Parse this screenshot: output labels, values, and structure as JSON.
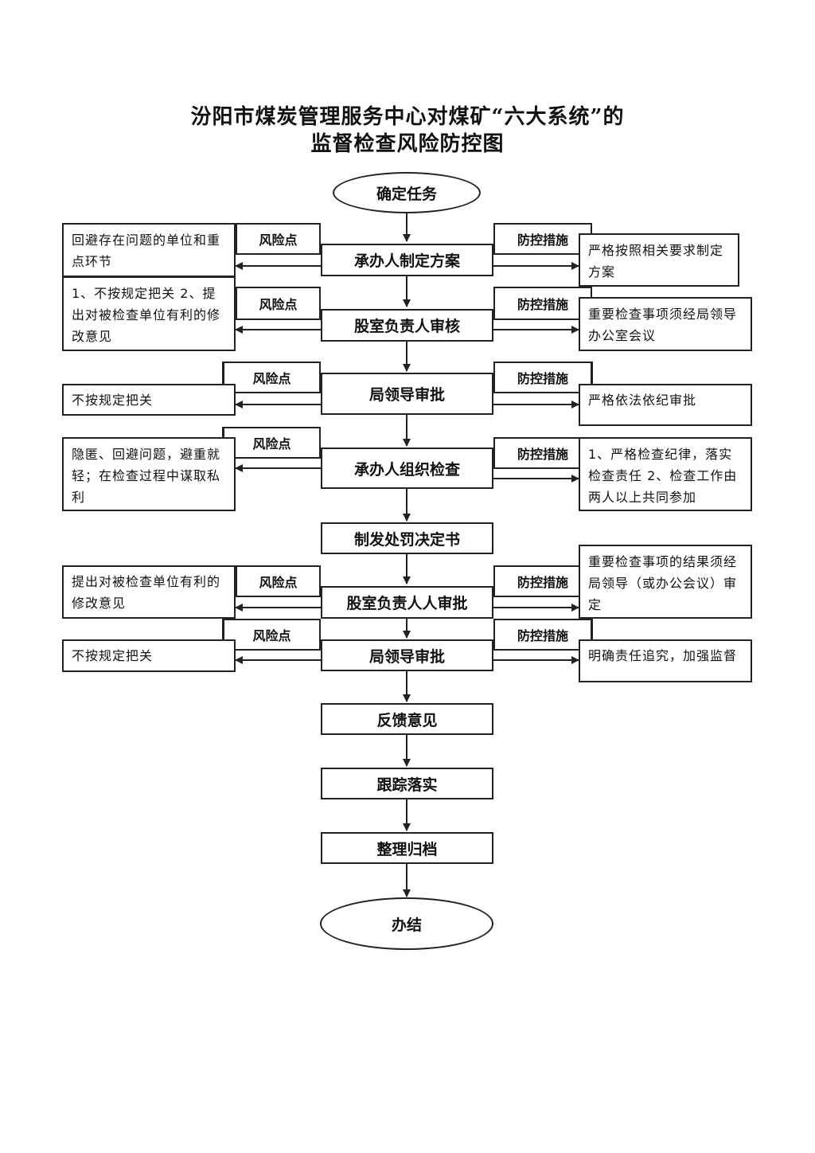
{
  "title": {
    "line1": "汾阳市煤炭管理服务中心对煤矿“六大系统”的",
    "line2": "监督检查风险防控图"
  },
  "start": "确定任务",
  "end": "办结",
  "steps": [
    {
      "label": "承办人制定方案",
      "risk_label": "风险点",
      "risk": "回避存在问题的单位和重点环节",
      "control_label": "防控措施",
      "control": "严格按照相关要求制定方案"
    },
    {
      "label": "股室负责人审核",
      "risk_label": "风险点",
      "risk": "1、不按规定把关 2、提出对被检查单位有利的修改意见",
      "control_label": "防控措施",
      "control": "重要检查事项须经局领导办公室会议"
    },
    {
      "label": "局领导审批",
      "risk_label": "风险点",
      "risk": "不按规定把关",
      "control_label": "防控措施",
      "control": "严格依法依纪审批"
    },
    {
      "label": "承办人组织检查",
      "risk_label": "风险点",
      "risk": "隐匿、回避问题，避重就轻；在检查过程中谋取私利",
      "control_label": "防控措施",
      "control": "1、严格检查纪律，落实检查责任 2、检查工作由两人以上共同参加"
    },
    {
      "label": "制发处罚决定书"
    },
    {
      "label": "股室负责人人审批",
      "risk_label": "风险点",
      "risk": "提出对被检查单位有利的修改意见",
      "control_label": "防控措施",
      "control": "重要检查事项的结果须经局领导（或办公会议）审定"
    },
    {
      "label": "局领导审批",
      "risk_label": "风险点",
      "risk": "不按规定把关",
      "control_label": "防控措施",
      "control": "明确责任追究，加强监督"
    },
    {
      "label": "反馈意见"
    },
    {
      "label": "跟踪落实"
    },
    {
      "label": "整理归档"
    }
  ]
}
